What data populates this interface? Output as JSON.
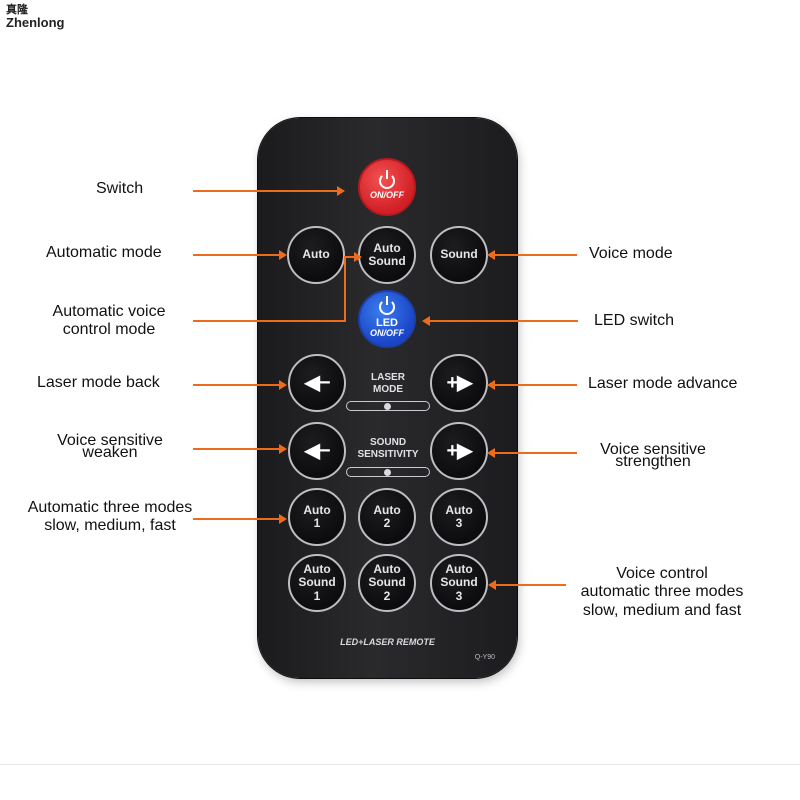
{
  "logo": {
    "chinese": "真隆",
    "english": "Zhenlong"
  },
  "remote": {
    "power": {
      "label": "ON/OFF"
    },
    "auto": {
      "label": "Auto"
    },
    "auto_sound": {
      "line1": "Auto",
      "line2": "Sound"
    },
    "sound": {
      "label": "Sound"
    },
    "led": {
      "label": "LED",
      "sub": "ON/OFF"
    },
    "laser_mode": {
      "line1": "LASER",
      "line2": "MODE"
    },
    "sound_sensitivity": {
      "line1": "SOUND",
      "line2": "SENSITIVITY"
    },
    "minus_arrow": "◀−",
    "plus_arrow": "+▶",
    "auto_buttons": [
      {
        "line1": "Auto",
        "line2": "1"
      },
      {
        "line1": "Auto",
        "line2": "2"
      },
      {
        "line1": "Auto",
        "line2": "3"
      }
    ],
    "auto_sound_buttons": [
      {
        "line1": "Auto",
        "line2": "Sound",
        "line3": "1"
      },
      {
        "line1": "Auto",
        "line2": "Sound",
        "line3": "2"
      },
      {
        "line1": "Auto",
        "line2": "Sound",
        "line3": "3"
      }
    ],
    "brand": "LED+LASER REMOTE",
    "model": "Q-Y90"
  },
  "callouts": {
    "switch": "Switch",
    "automatic_mode": "Automatic mode",
    "voice_mode": "Voice mode",
    "auto_voice_control": [
      "Automatic voice",
      "control mode"
    ],
    "led_switch": "LED switch",
    "laser_back": "Laser mode back",
    "laser_advance": "Laser mode advance",
    "voice_weaken": [
      "Voice sensitive",
      "weaken"
    ],
    "voice_strengthen": [
      "Voice sensitive",
      "strengthen"
    ],
    "auto_three": [
      "Automatic three modes",
      "slow, medium, fast"
    ],
    "voice_three": [
      "Voice control",
      "automatic three modes",
      "slow, medium and fast"
    ]
  },
  "colors": {
    "accent_arrow": "#ee6b1c",
    "power": "#d11f25",
    "led": "#1a45c6",
    "remote_body": "#1f1f22"
  }
}
